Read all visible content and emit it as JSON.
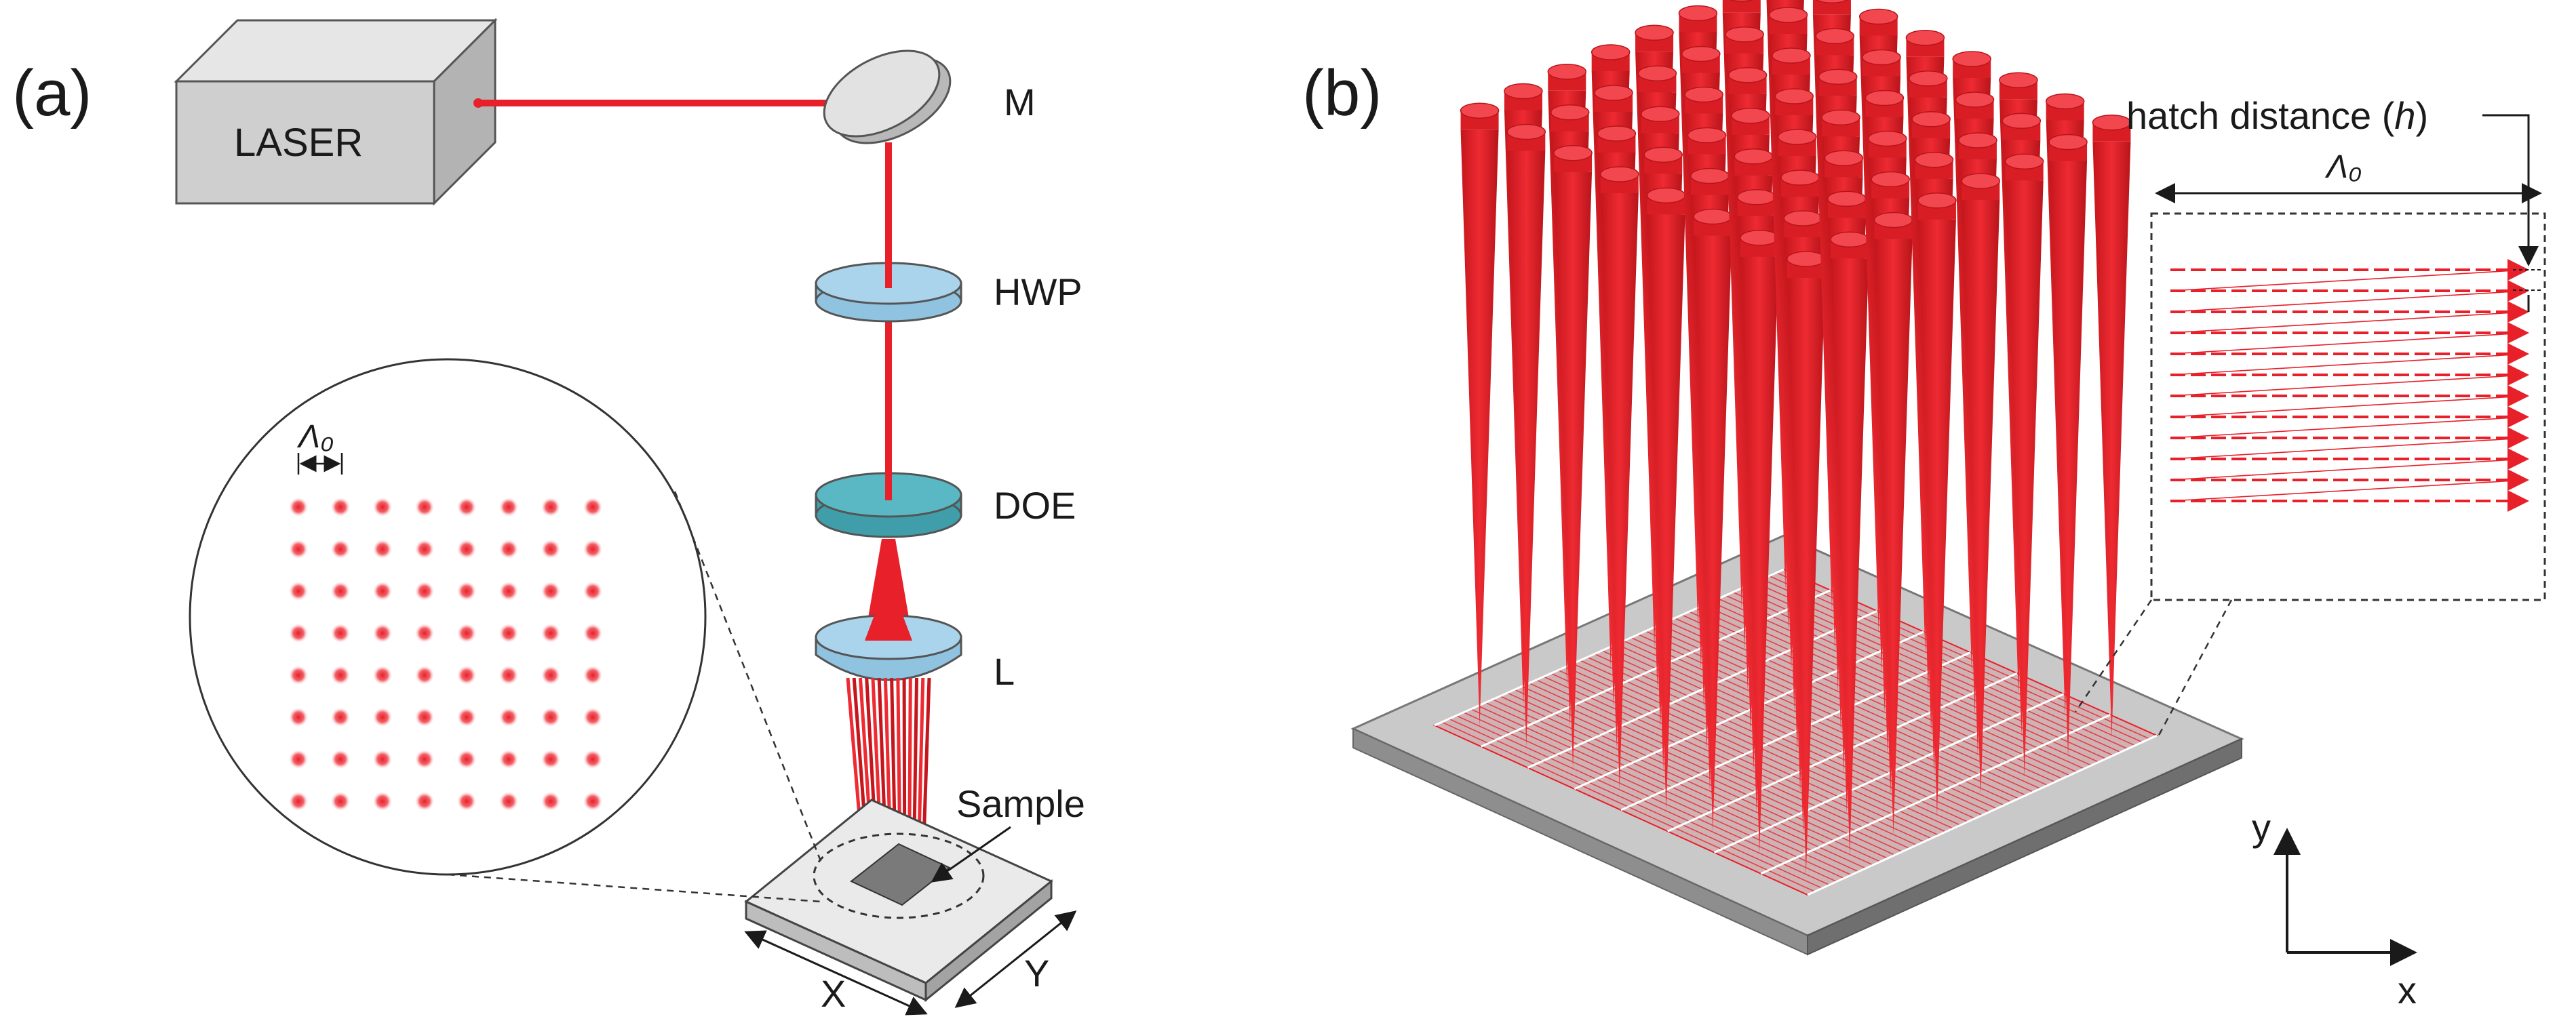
{
  "panel_a": {
    "label": "(a)",
    "laser_label": "LASER",
    "components": {
      "mirror": "M",
      "half_wave_plate": "HWP",
      "diffractive_optical_element": "DOE",
      "lens": "L"
    },
    "sample_label": "Sample",
    "axis_x": "X",
    "axis_y": "Y",
    "spot_period_label": "Λ₀",
    "spot_grid": {
      "rows": 8,
      "cols": 8
    }
  },
  "panel_b": {
    "label": "(b)",
    "hatch_label_prefix": "hatch distance (",
    "hatch_label_symbol": "h",
    "hatch_label_suffix": ")",
    "period_label": "Λ₀",
    "axis_x": "x",
    "axis_y": "y",
    "beam_grid": {
      "rows": 8,
      "cols": 8
    },
    "hatch_lines": 12
  },
  "colors": {
    "laser_red": "#e8202a",
    "beam_dark_red": "#c4161c",
    "optic_blue": "#a9d4ec",
    "doe_teal": "#5ab8c4",
    "laser_box_gray": "#cfcfcf",
    "mirror_gray": "#dcdcdc",
    "substrate_gray": "#c8c8c8",
    "spot_red": "#f2636a"
  }
}
